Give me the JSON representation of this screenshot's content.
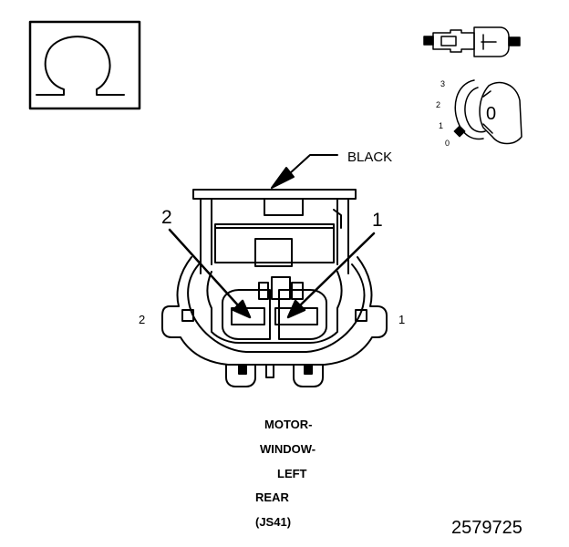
{
  "symbol": {
    "glyph": "Ω"
  },
  "key_indicator": {
    "key_label": "0",
    "positions": [
      "3",
      "2",
      "1",
      "0"
    ]
  },
  "connector": {
    "color_label": "BLACK",
    "pin_callouts": {
      "left": "2",
      "right": "1"
    },
    "side_labels": {
      "left": "2",
      "right": "1"
    }
  },
  "caption": {
    "lines": [
      "MOTOR-",
      "WINDOW-",
      "LEFT",
      "REAR",
      "(JS41)"
    ]
  },
  "figure_number": "2579725"
}
